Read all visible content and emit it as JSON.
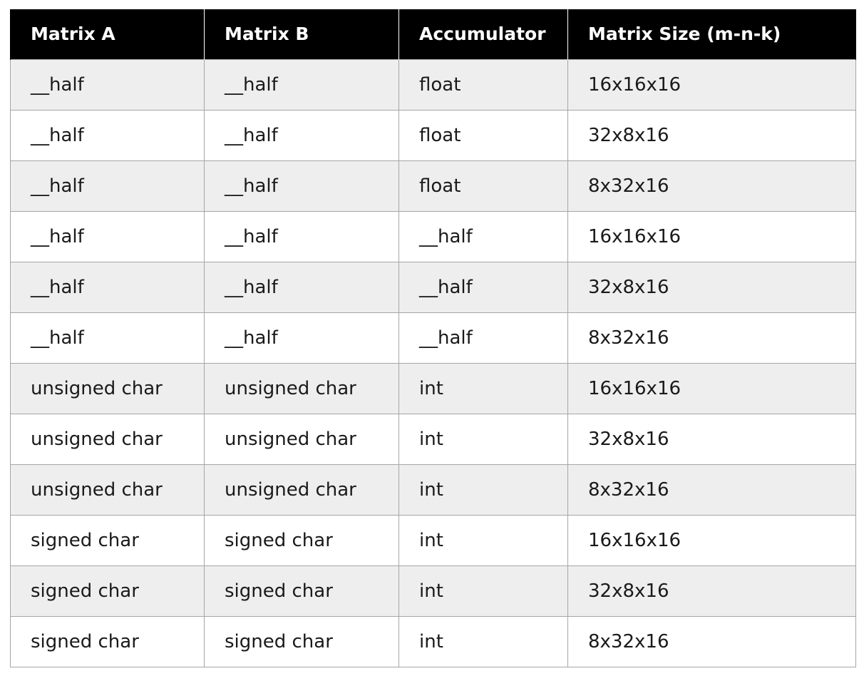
{
  "table": {
    "headers": [
      "Matrix A",
      "Matrix B",
      "Accumulator",
      "Matrix Size (m-n-k)"
    ],
    "rows": [
      [
        "__half",
        "__half",
        "float",
        "16x16x16"
      ],
      [
        "__half",
        "__half",
        "float",
        "32x8x16"
      ],
      [
        "__half",
        "__half",
        "float",
        "8x32x16"
      ],
      [
        "__half",
        "__half",
        "__half",
        "16x16x16"
      ],
      [
        "__half",
        "__half",
        "__half",
        "32x8x16"
      ],
      [
        "__half",
        "__half",
        "__half",
        "8x32x16"
      ],
      [
        "unsigned char",
        "unsigned char",
        "int",
        "16x16x16"
      ],
      [
        "unsigned char",
        "unsigned char",
        "int",
        "32x8x16"
      ],
      [
        "unsigned char",
        "unsigned char",
        "int",
        "8x32x16"
      ],
      [
        "signed char",
        "signed char",
        "int",
        "16x16x16"
      ],
      [
        "signed char",
        "signed char",
        "int",
        "32x8x16"
      ],
      [
        "signed char",
        "signed char",
        "int",
        "8x32x16"
      ]
    ]
  }
}
